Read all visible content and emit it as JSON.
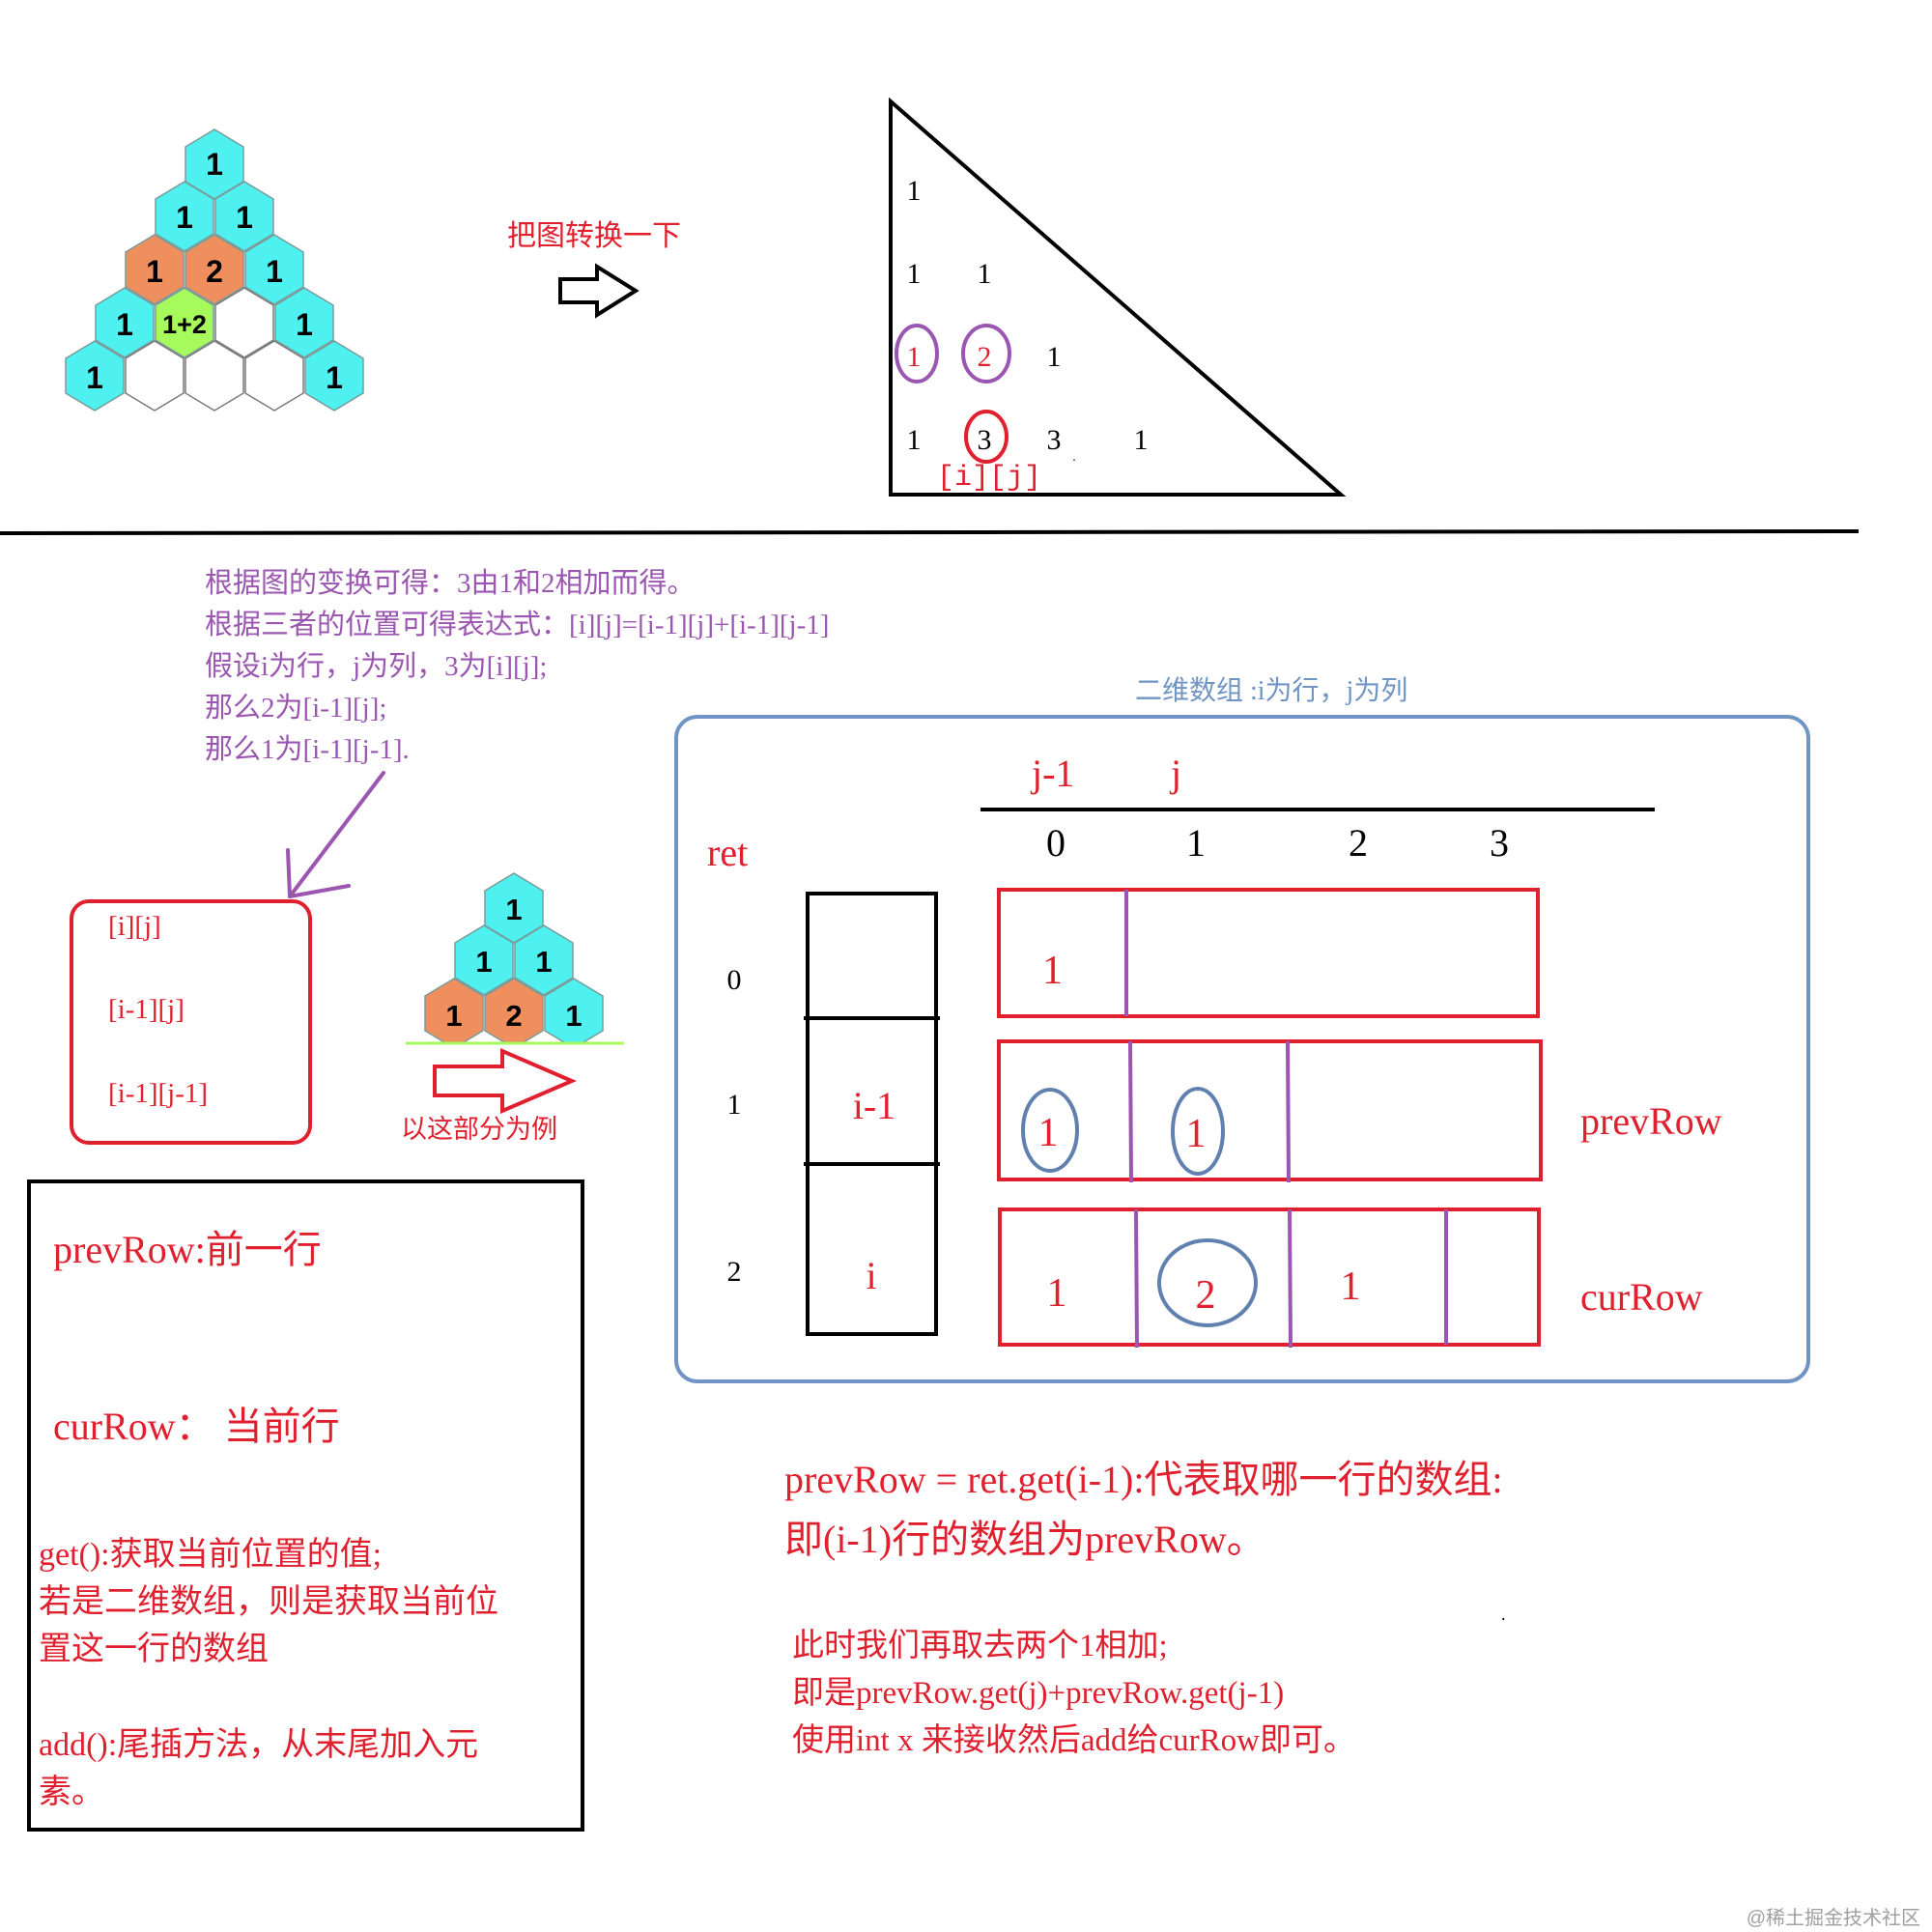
{
  "colors": {
    "cyan": "#4ff0f0",
    "orange": "#ef8f5e",
    "green": "#a6fa5b",
    "red": "#e0202e",
    "purple": "#9a56b0",
    "blue_box": "#7094c4",
    "blue_circle": "#6080b0",
    "black": "#000000",
    "watermark": "#a0a0a0"
  },
  "pyramid_top": {
    "rows": [
      [
        "1"
      ],
      [
        "1",
        "1"
      ],
      [
        "1",
        "2",
        "1"
      ],
      [
        "1",
        "1+2",
        "",
        "1"
      ],
      [
        "1",
        "",
        "",
        "",
        "",
        "1"
      ]
    ]
  },
  "pyramid_small": {
    "rows": [
      [
        "1"
      ],
      [
        "1",
        "1"
      ],
      [
        "1",
        "2",
        "1"
      ]
    ]
  },
  "transform": {
    "label": "把图转换一下"
  },
  "triangle": {
    "rows": [
      [
        "1"
      ],
      [
        "1",
        "1"
      ],
      [
        "1",
        "2",
        "1"
      ],
      [
        "1",
        "3",
        "3",
        "1"
      ]
    ],
    "index_label": "[i][j]",
    "dot": "."
  },
  "explanation": {
    "lines": [
      "根据图的变换可得：3由1和2相加而得。",
      "根据三者的位置可得表达式：[i][j]=[i-1][j]+[i-1][j-1]",
      "假设i为行，j为列，3为[i][j];",
      "那么2为[i-1][j];",
      "那么1为[i-1][j-1]."
    ]
  },
  "index_box": {
    "items": [
      "[i][j]",
      "[i-1][j]",
      "[i-1][j-1]"
    ]
  },
  "example_label": "以这部分为例",
  "array_box": {
    "title": "二维数组 :i为行，j为列",
    "col_labels": [
      "j-1",
      "j"
    ],
    "col_indices": [
      "0",
      "1",
      "2",
      "3"
    ],
    "ret_label": "ret",
    "row_indices": [
      "0",
      "1",
      "2"
    ],
    "ret_cells": [
      "",
      "i-1",
      "i"
    ],
    "row0": [
      "1"
    ],
    "row1": [
      "1",
      "1"
    ],
    "row2": [
      "1",
      "2",
      "1"
    ],
    "prev_label": "prevRow",
    "cur_label": "curRow"
  },
  "def_box": {
    "prev": "prevRow:前一行",
    "cur": "curRow： 当前行",
    "get_lines": [
      "get():获取当前位置的值;",
      "若是二维数组，则是获取当前位",
      "置这一行的数组"
    ],
    "add_lines": [
      "add():尾插方法，从末尾加入元",
      "素。"
    ]
  },
  "bottom_text": {
    "line1": "prevRow = ret.get(i-1):代表取哪一行的数组:",
    "line2": "即(i-1)行的数组为prevRow。",
    "dot": ".",
    "lines_small": [
      "此时我们再取去两个1相加;",
      "即是prevRow.get(j)+prevRow.get(j-1)",
      "使用int x 来接收然后add给curRow即可。"
    ]
  },
  "watermark": "@稀土掘金技术社区"
}
